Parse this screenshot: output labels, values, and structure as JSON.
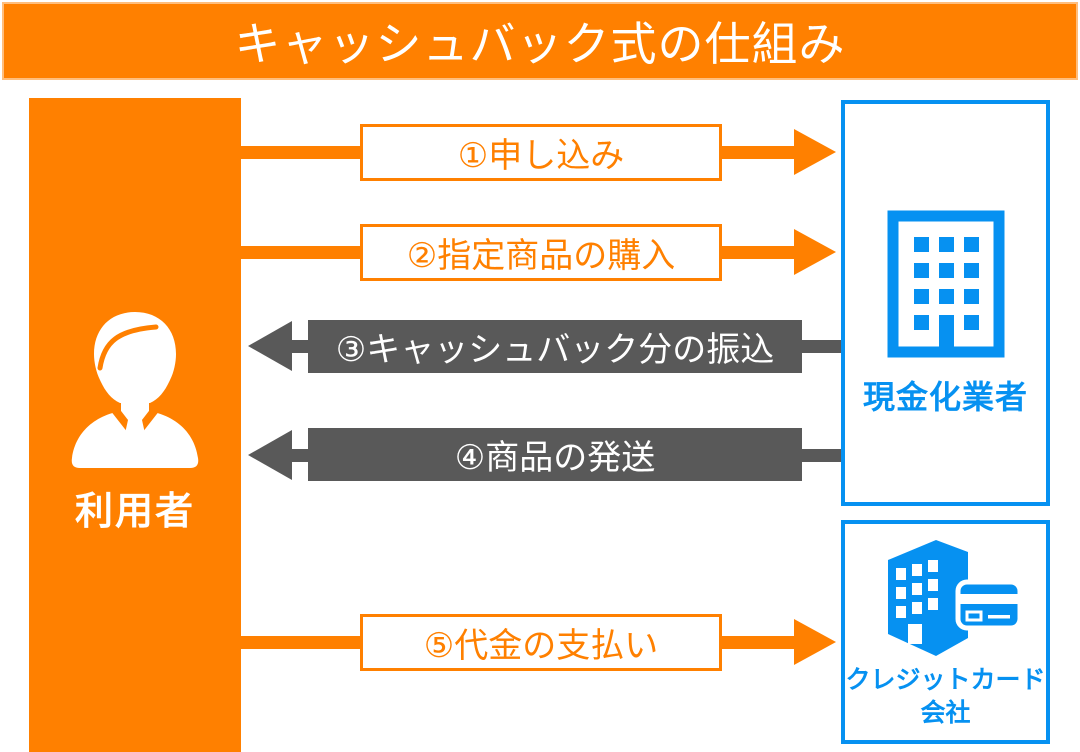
{
  "title": {
    "text": "キャッシュバック式の仕組み"
  },
  "colors": {
    "orange": "#FF8000",
    "orange_border": "#FFBE7D",
    "blue": "#0691F1",
    "gray": "#595959",
    "white": "#FFFFFF"
  },
  "actors": {
    "user": {
      "label": "利用者",
      "icon": "person-icon"
    },
    "vendor": {
      "label": "現金化業者",
      "icon": "office-building-icon"
    },
    "card_company": {
      "label_line1": "クレジットカード",
      "label_line2": "会社",
      "icon": "building-credit-card-icon"
    }
  },
  "flows": [
    {
      "step": 1,
      "label": "①申し込み",
      "direction": "right",
      "style": "orange",
      "from": "利用者",
      "to": "現金化業者"
    },
    {
      "step": 2,
      "label": "②指定商品の購入",
      "direction": "right",
      "style": "orange",
      "from": "利用者",
      "to": "現金化業者"
    },
    {
      "step": 3,
      "label": "③キャッシュバック分の振込",
      "direction": "left",
      "style": "gray",
      "from": "現金化業者",
      "to": "利用者"
    },
    {
      "step": 4,
      "label": "④商品の発送",
      "direction": "left",
      "style": "gray",
      "from": "現金化業者",
      "to": "利用者"
    },
    {
      "step": 5,
      "label": "⑤代金の支払い",
      "direction": "right",
      "style": "orange",
      "from": "利用者",
      "to": "クレジットカード会社"
    }
  ]
}
